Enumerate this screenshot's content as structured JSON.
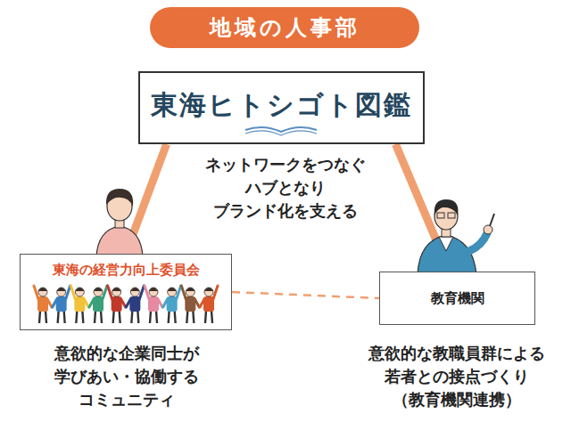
{
  "diagram": {
    "title": "地域の人事部",
    "nodes": [
      {
        "text": [
          "東海ヒトシゴト図鑑"
        ]
      },
      {
        "text": [
          "東海の経営力向上委員会"
        ]
      },
      {
        "text": [
          "教育機関"
        ]
      }
    ],
    "edges": [
      {
        "from": 0,
        "to": 1,
        "arrow": "none"
      },
      {
        "from": 0,
        "to": 2,
        "arrow": "none"
      },
      {
        "from": 1,
        "to": 2,
        "arrow": "none"
      }
    ],
    "labels": [
      "ネットワークをつなぐ ハブとなり ブランド化を支える",
      "意欲的な企業同士が 学びあい・協働する コミュニティ",
      "意欲的な教職員群による 若者との接点づくり （教育機関連携）"
    ]
  }
}
